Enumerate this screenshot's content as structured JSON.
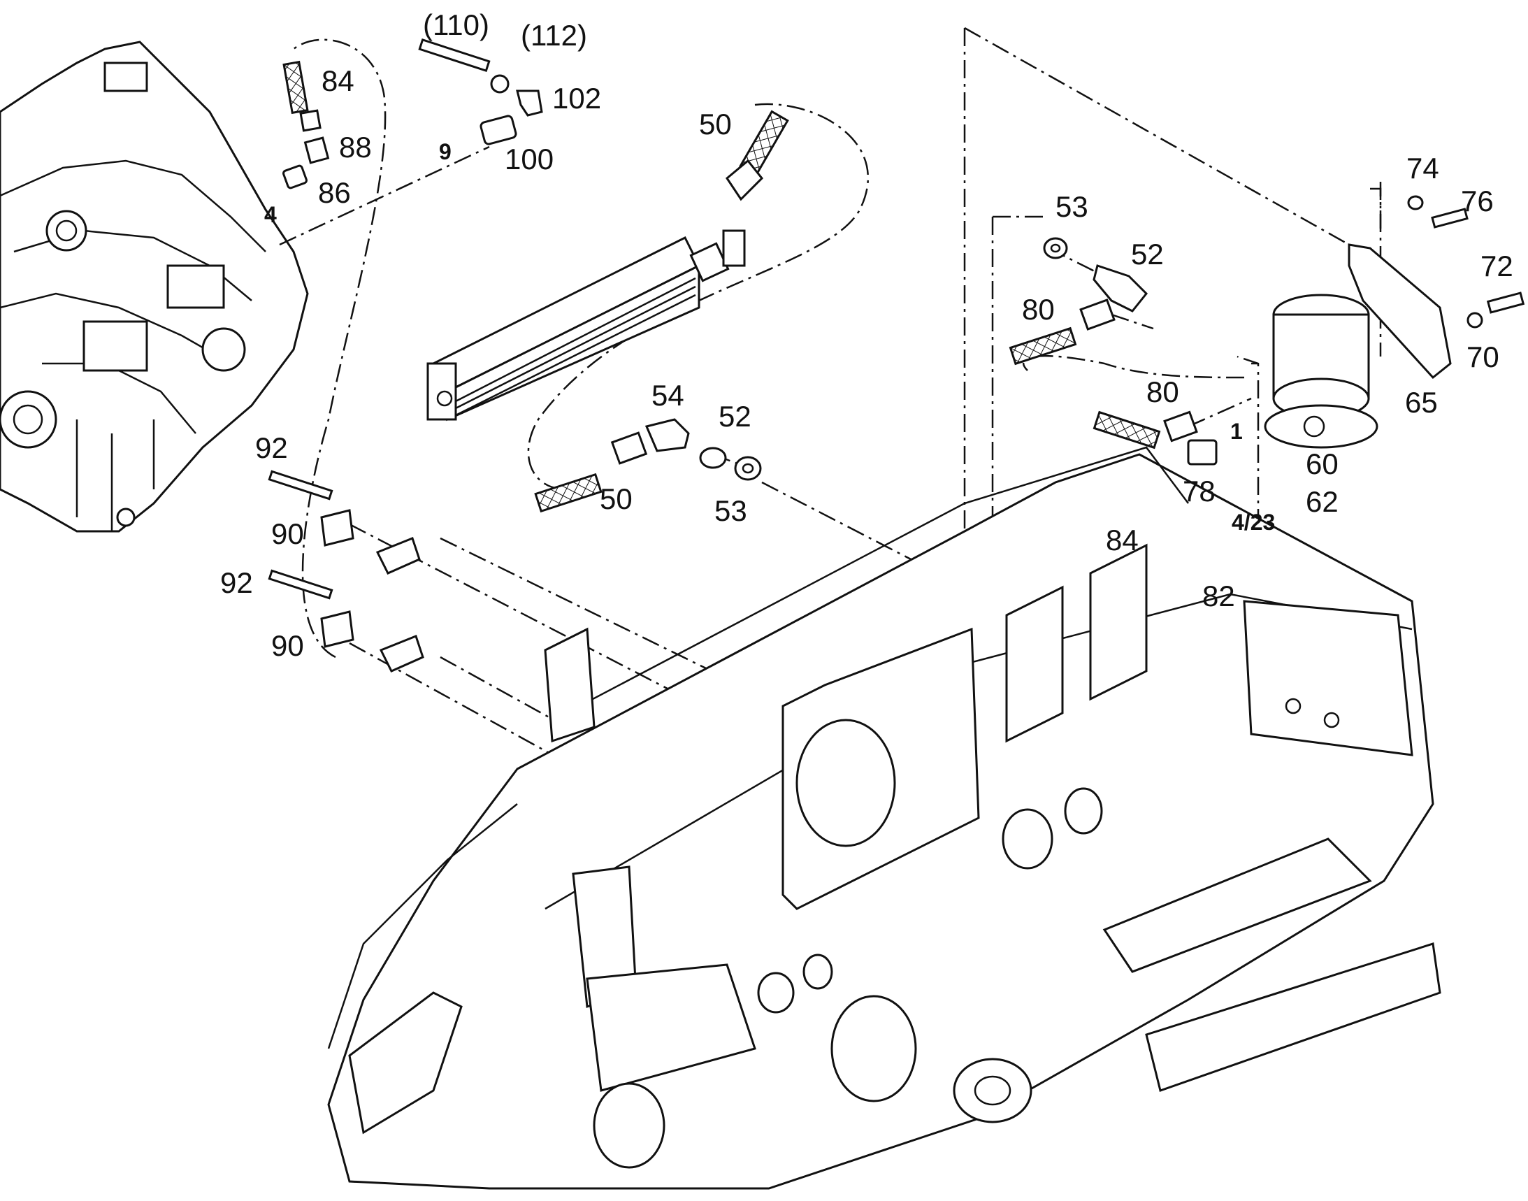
{
  "labels": {
    "p110": "(110)",
    "p112": "(112)",
    "p84_top": "84",
    "p102": "102",
    "p88": "88",
    "p9": "9",
    "p100": "100",
    "p86": "86",
    "p4": "4",
    "p50_top": "50",
    "p53_top": "53",
    "p52_top": "52",
    "p80_top": "80",
    "p74": "74",
    "p76": "76",
    "p72": "72",
    "p70": "70",
    "p65": "65",
    "p80_mid": "80",
    "p1": "1",
    "p60": "60",
    "p62": "62",
    "p78": "78",
    "p4_23": "4/23",
    "p84_mid": "84",
    "p82": "82",
    "p54": "54",
    "p52_mid": "52",
    "p50_mid": "50",
    "p53_mid": "53",
    "p92_top": "92",
    "p90_top": "90",
    "p92_bot": "92",
    "p90_bot": "90"
  }
}
